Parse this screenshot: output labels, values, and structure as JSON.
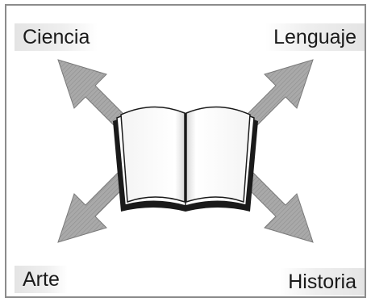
{
  "labels": {
    "top_left": "Ciencia",
    "top_right": "Lenguaje",
    "bottom_left": "Arte",
    "bottom_right": "Historia"
  },
  "center_icon": "open-book-icon",
  "arrow_icon": "diagonal-arrow-icon",
  "colors": {
    "frame": "#8c8c8c",
    "arrow_fill": "#a6a6a6",
    "arrow_stroke": "#7a7a7a",
    "label_bg": "#e4e4e4",
    "book_outline": "#1a1a1a"
  }
}
